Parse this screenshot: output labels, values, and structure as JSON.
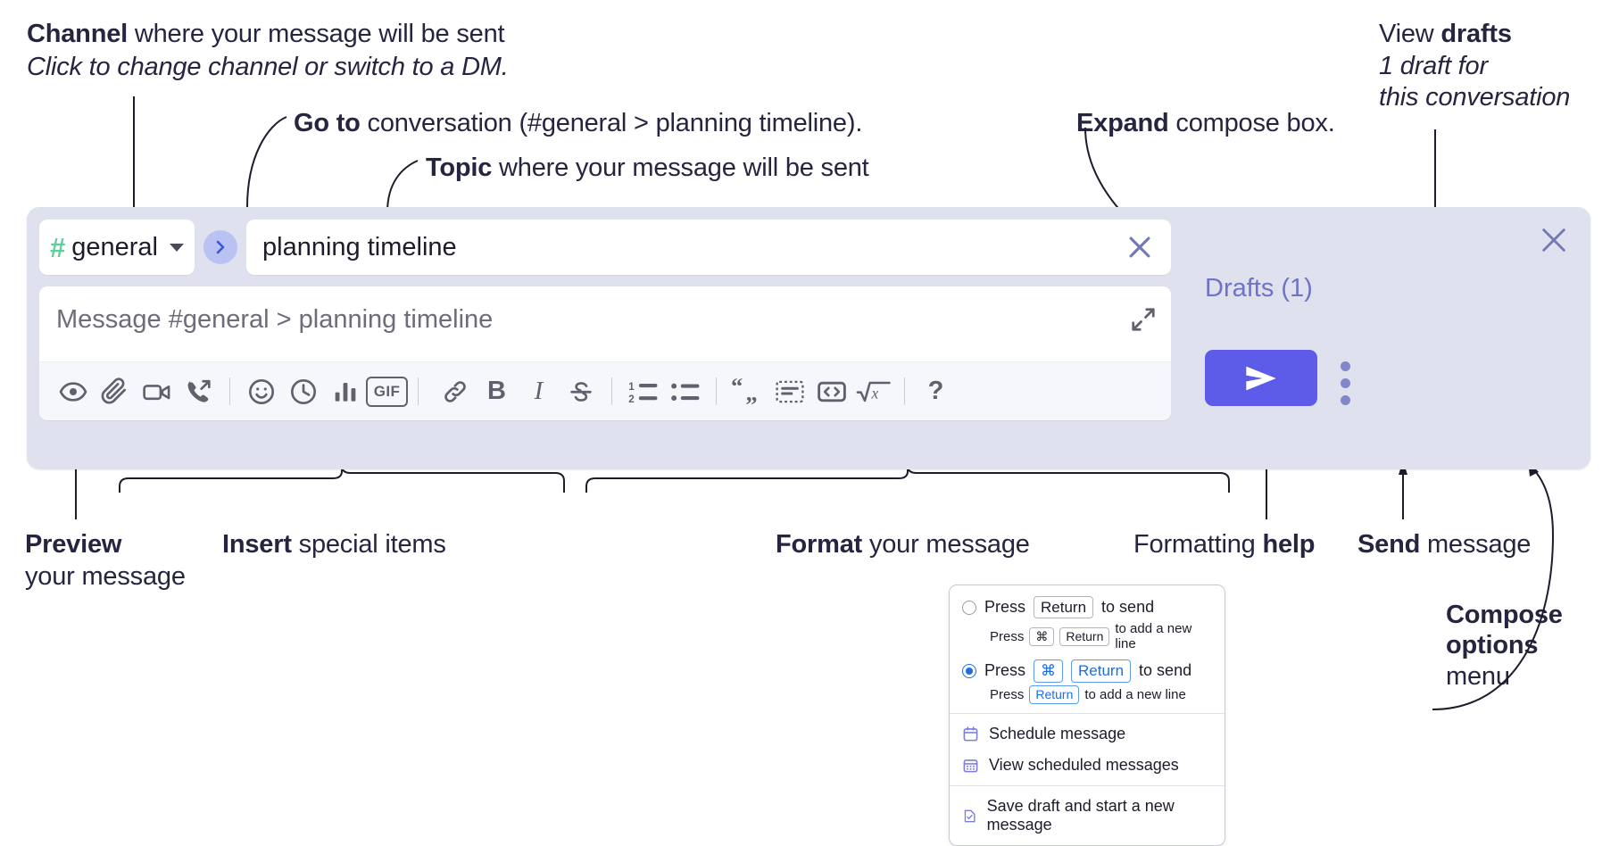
{
  "annotations": {
    "channel": {
      "bold": "Channel",
      "rest": " where your message will be sent",
      "italic": "Click to change channel or switch to a DM."
    },
    "goto": {
      "bold": "Go to",
      "rest": " conversation (#general > planning timeline)."
    },
    "topic": {
      "bold": "Topic",
      "rest": " where your message will be sent"
    },
    "expand": {
      "bold": "Expand",
      "rest": " compose box."
    },
    "drafts": {
      "normal": "View ",
      "bold": "drafts",
      "italic1": "1 draft for",
      "italic2": "this conversation"
    },
    "preview": {
      "bold": "Preview",
      "rest": "your message"
    },
    "insert": {
      "bold": "Insert",
      "rest": " special items"
    },
    "format": {
      "bold": "Format",
      "rest": " your message"
    },
    "help": {
      "normal": "Formatting ",
      "bold": "help"
    },
    "send": {
      "bold": "Send",
      "rest": " message"
    },
    "options": {
      "bold1": "Compose",
      "bold2": "options",
      "rest": "menu"
    }
  },
  "compose": {
    "channel_name": "general",
    "channel_hash": "#",
    "topic_value": "planning timeline",
    "message_placeholder": "Message #general > planning timeline",
    "drafts_label": "Drafts (1)",
    "toolbar": {
      "insert_items": [
        {
          "name": "preview-icon",
          "label": "Preview"
        },
        {
          "name": "attachment-icon",
          "label": "Attach file"
        },
        {
          "name": "video-icon",
          "label": "Video clip"
        },
        {
          "name": "audio-call-icon",
          "label": "Audio clip"
        },
        {
          "name": "emoji-icon",
          "label": "Emoji"
        },
        {
          "name": "clock-icon",
          "label": "Schedule"
        },
        {
          "name": "poll-icon",
          "label": "Poll"
        },
        {
          "name": "gif-icon",
          "label": "GIF"
        }
      ],
      "format_items": [
        {
          "name": "link-icon",
          "label": "Link"
        },
        {
          "name": "bold-icon",
          "label": "B"
        },
        {
          "name": "italic-icon",
          "label": "I"
        },
        {
          "name": "strikethrough-icon",
          "label": "S"
        },
        {
          "name": "ordered-list-icon",
          "label": "Ordered list"
        },
        {
          "name": "bulleted-list-icon",
          "label": "Bulleted list"
        },
        {
          "name": "blockquote-icon",
          "label": "Blockquote"
        },
        {
          "name": "code-block-icon",
          "label": "Code block"
        },
        {
          "name": "inline-code-icon",
          "label": "Code"
        },
        {
          "name": "math-icon",
          "label": "Math"
        }
      ],
      "help_label": "?"
    }
  },
  "options_menu": {
    "send_options": [
      {
        "selected": false,
        "press": "Press",
        "keys": [
          "Return"
        ],
        "action": "to send",
        "sub_press": "Press",
        "sub_keys": [
          "⌘",
          "Return"
        ],
        "sub_action": "to add a new line"
      },
      {
        "selected": true,
        "press": "Press",
        "keys": [
          "⌘",
          "Return"
        ],
        "action": "to send",
        "sub_press": "Press",
        "sub_keys": [
          "Return"
        ],
        "sub_action": "to add a new line"
      }
    ],
    "items": [
      {
        "icon": "calendar-schedule-icon",
        "label": "Schedule message"
      },
      {
        "icon": "calendar-grid-icon",
        "label": "View scheduled messages"
      },
      {
        "icon": "save-draft-icon",
        "label": "Save draft and start a new message"
      }
    ]
  },
  "colors": {
    "panel_bg": "#dfe1ef",
    "send_button": "#5c5ce8",
    "accent_link": "#6e73c6",
    "hash_green": "#61cf9a",
    "goto_circle": "#b9c2f2",
    "radio_blue": "#1d6ce8",
    "menu_icon": "#7b7de0"
  }
}
